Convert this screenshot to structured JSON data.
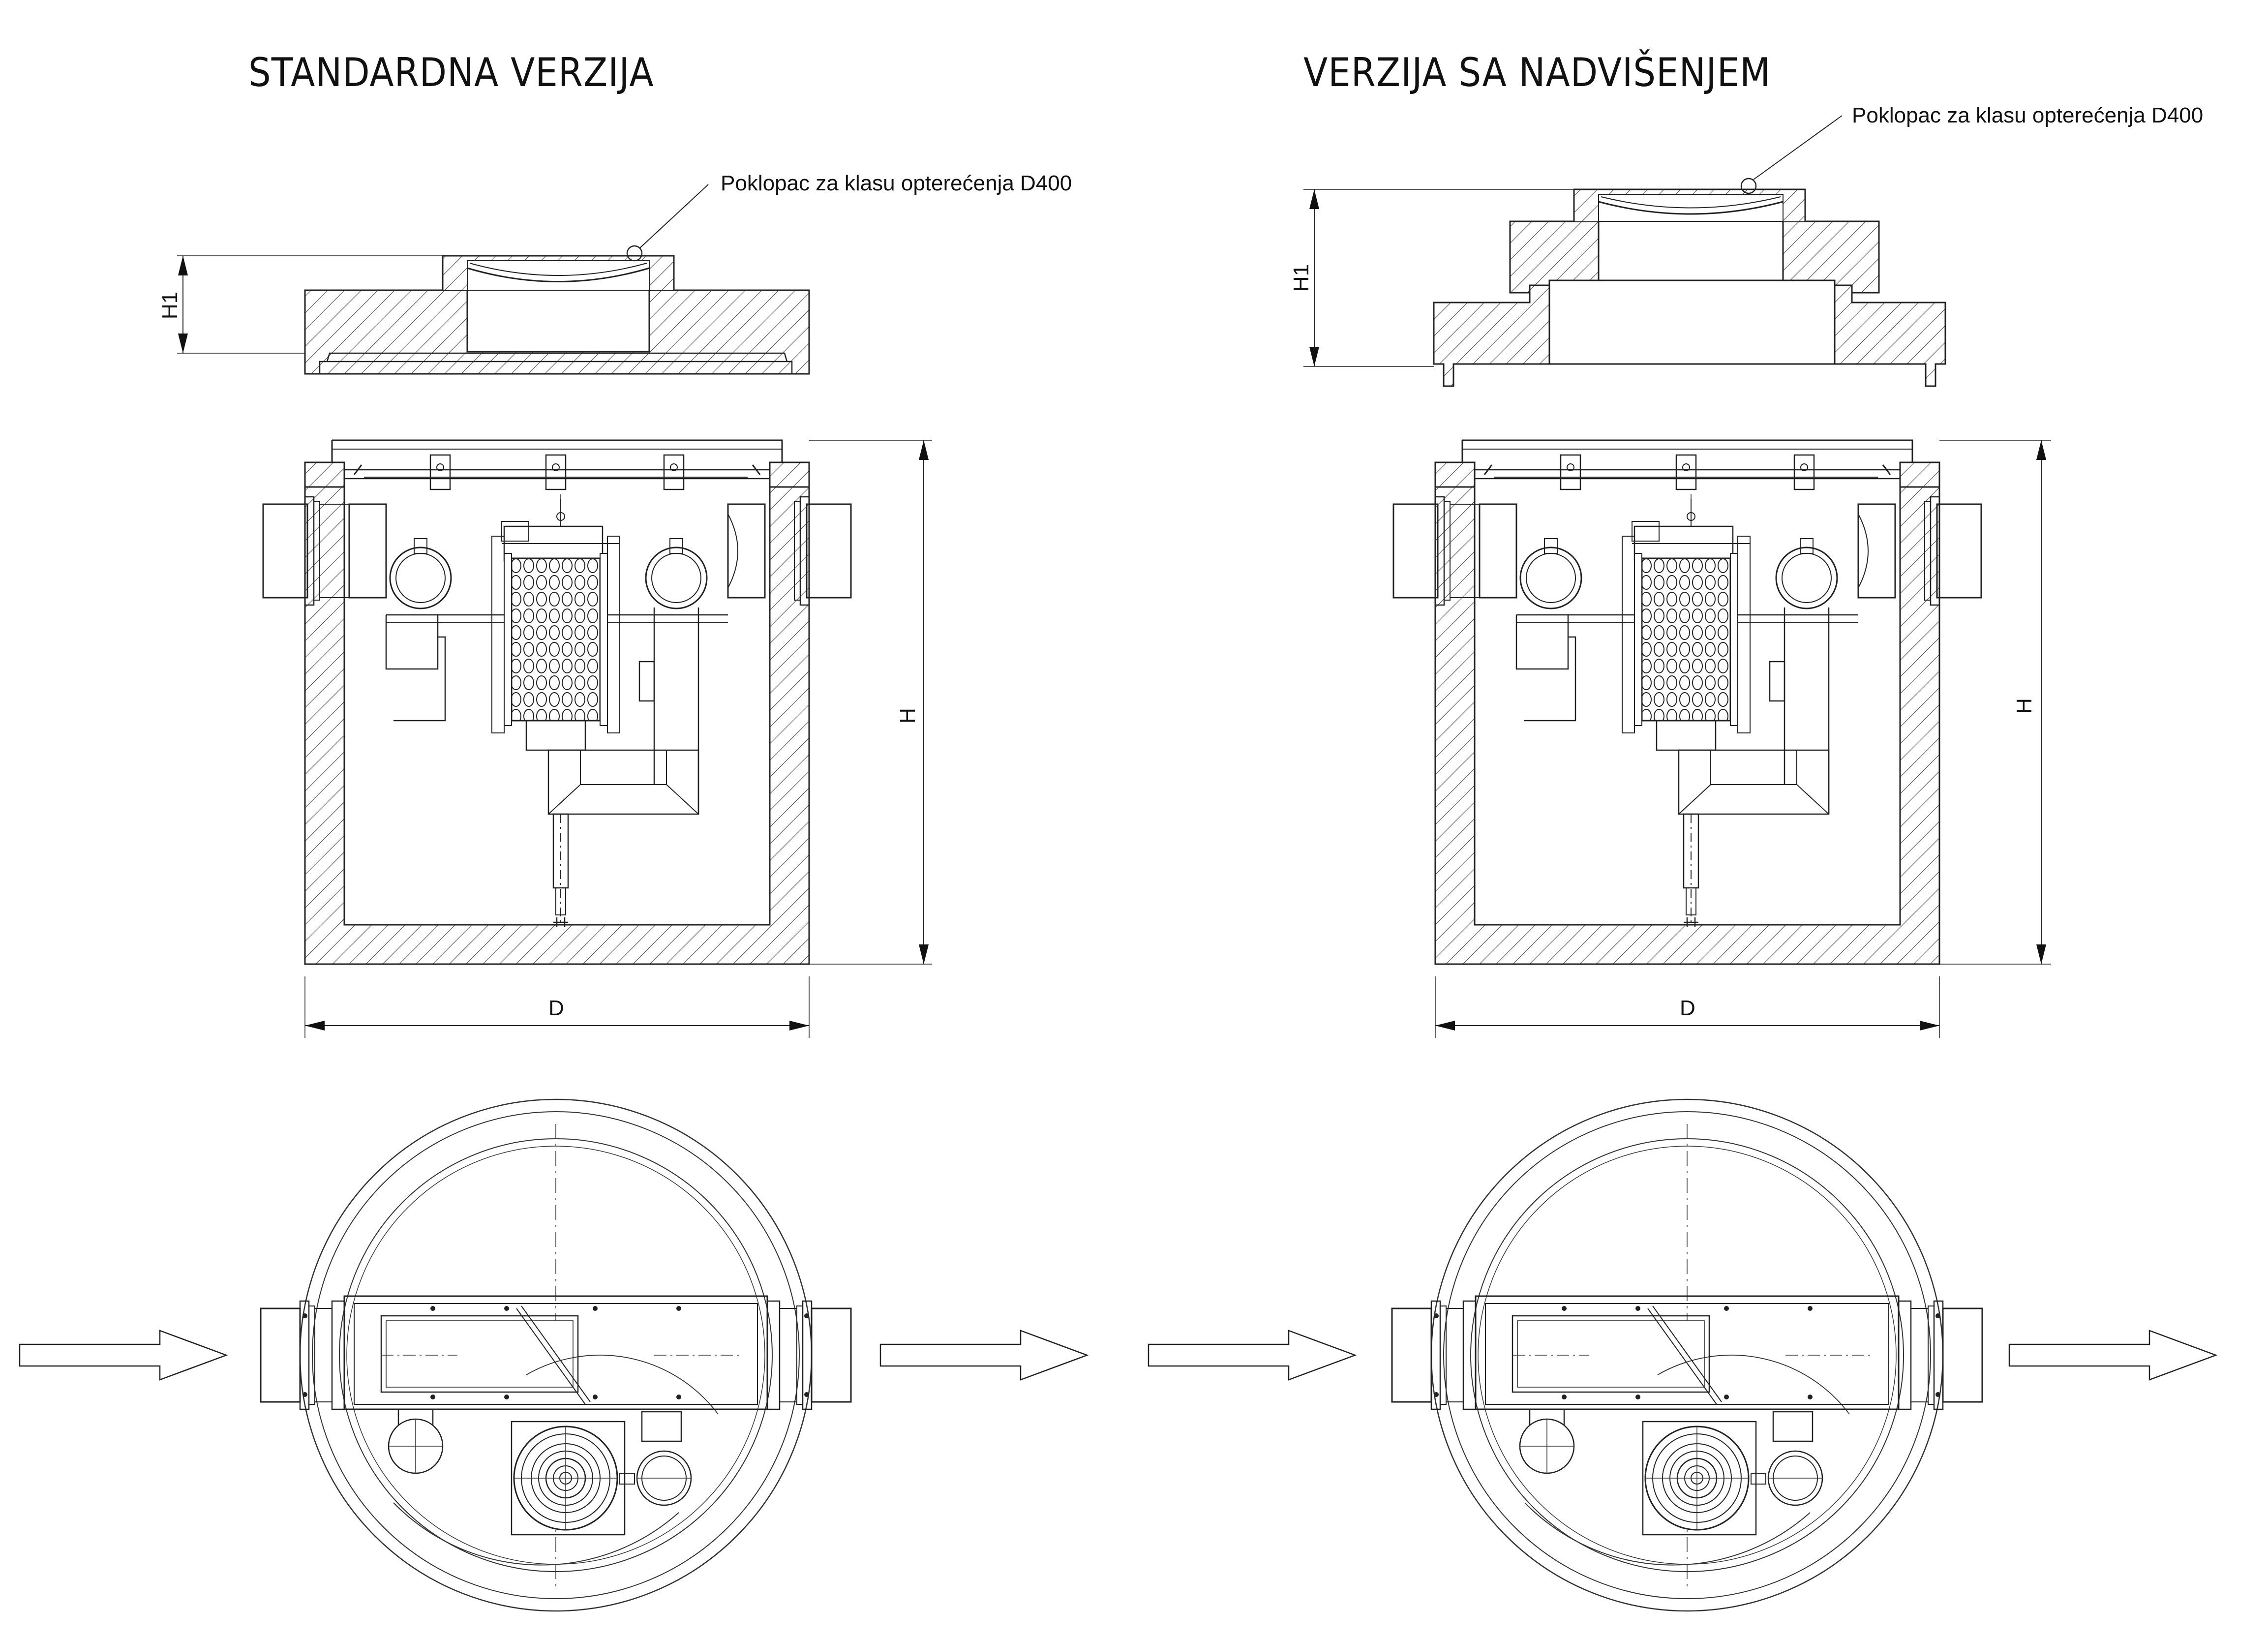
{
  "titles": {
    "left": "STANDARDNA VERZIJA",
    "right": "VERZIJA SA NADVIŠENJEM"
  },
  "callouts": {
    "cover_left": "Poklopac za klasu opterećenja D400",
    "cover_right": "Poklopac za klasu opterećenja D400"
  },
  "dimensions": {
    "h1": "H1",
    "h": "H",
    "d": "D"
  },
  "colors": {
    "line": "#222222",
    "hatch": "#444444",
    "paper": "#ffffff"
  }
}
